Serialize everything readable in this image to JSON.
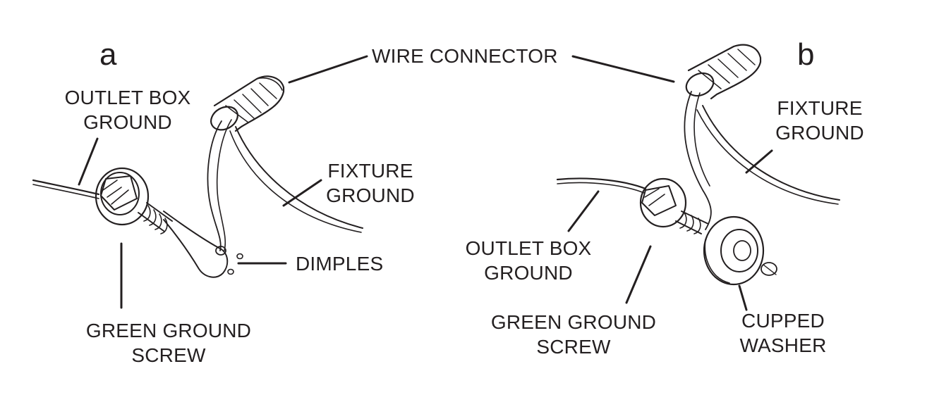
{
  "panels": {
    "a": {
      "letter": "a"
    },
    "b": {
      "letter": "b"
    }
  },
  "labels": {
    "wire_connector": "WIRE CONNECTOR",
    "a_outlet_box_ground_line1": "OUTLET BOX",
    "a_outlet_box_ground_line2": "GROUND",
    "a_fixture_ground_line1": "FIXTURE",
    "a_fixture_ground_line2": "GROUND",
    "a_dimples": "DIMPLES",
    "a_green_ground_screw_line1": "GREEN GROUND",
    "a_green_ground_screw_line2": "SCREW",
    "b_fixture_ground_line1": "FIXTURE",
    "b_fixture_ground_line2": "GROUND",
    "b_outlet_box_ground_line1": "OUTLET BOX",
    "b_outlet_box_ground_line2": "GROUND",
    "b_green_ground_screw_line1": "GREEN GROUND",
    "b_green_ground_screw_line2": "SCREW",
    "b_cupped_washer_line1": "CUPPED",
    "b_cupped_washer_line2": "WASHER"
  },
  "colors": {
    "ink": "#231f20",
    "background": "#ffffff"
  }
}
